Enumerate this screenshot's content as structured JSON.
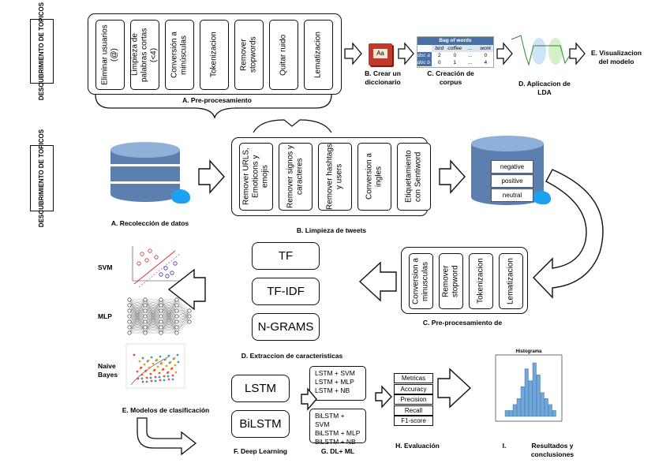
{
  "side_labels": [
    "DESCUBRIMIENTO DE TOPICOS",
    "DESCUBRIMIENTO DE TOPICOS"
  ],
  "topic_pipeline": {
    "preprocessing_steps": [
      "Eliminar usuarios (@)",
      "Limpieza de palabras cortas (<4)",
      "Conversión a minúsculas",
      "Tokenizacion",
      "Remover stopwords",
      "Quitar ruido",
      "Lematizacion"
    ],
    "label_a": "A.   Pre-procesamiento",
    "label_b": "B.  Crear un diccionario",
    "label_c": "C. Creación de corpus",
    "label_d": "D.  Aplicacion de LDA",
    "label_e": "E. Visualizacion del modelo",
    "dict_icon_text": "Aa",
    "bag_of_words": {
      "title": "Bag of words",
      "headers": [
        "bird",
        "coffee",
        "...",
        "work"
      ],
      "rows": [
        {
          "label": "doc a",
          "cells": [
            "2",
            "0",
            "...",
            "0"
          ]
        },
        {
          "label": "doc b",
          "cells": [
            "0",
            "1",
            "...",
            "4"
          ]
        }
      ]
    }
  },
  "sentiment_pipeline": {
    "cleaning_steps": [
      "Remover URLS, Emoticons y emojis",
      "Remover signos y caracteres",
      "Remover hashtags y users",
      "Conversion a ingles",
      "Etiquetamiento con Sentiword"
    ],
    "label_a": "A.   Recolección de datos",
    "label_b": "B. Limpieza de tweets",
    "sentiments": [
      "negative",
      "positive",
      "neutral"
    ],
    "pre_steps": [
      "Conversion a minusculas",
      "Remover stopword",
      "Tokenizacion",
      "Lematizacion"
    ],
    "label_c": "C. Pre-procesamiento de",
    "features": [
      "TF",
      "TF-IDF",
      "N-GRAMS"
    ],
    "label_d": "D. Extraccion de caracteristicas",
    "models": [
      "SVM",
      "MLP",
      "Naive Bayes"
    ],
    "label_e": "E. Modelos de clasificación",
    "deep_learning": [
      "LSTM",
      "BiLSTM"
    ],
    "label_f": "F. Deep Learning",
    "dl_ml_groups": [
      [
        "LSTM + SVM",
        "LSTM + MLP",
        "LSTM + NB"
      ],
      [
        "BiLSTM + SVM",
        "BiLSTM + MLP",
        "BiLSTM + NB"
      ]
    ],
    "label_g": "G. DL+ ML",
    "metrics": [
      "Metricas",
      "Accuracy",
      "Precision",
      "Recall",
      "F1-score"
    ],
    "label_h": "H. Evaluación",
    "label_i_letter": "I.",
    "label_i": "Resultados y conclusiones",
    "histogram_title": "Histograma"
  },
  "colors": {
    "db_blue": "#5b7fae",
    "db_light": "#8fb0d8",
    "twitter": "#1da1f2",
    "bar_blue": "#6fa8dc",
    "book_red": "#c0392b"
  },
  "histogram": {
    "type": "bar",
    "values": [
      1,
      1,
      2,
      3,
      5,
      8,
      6,
      9,
      7,
      4,
      3,
      2,
      1
    ]
  }
}
